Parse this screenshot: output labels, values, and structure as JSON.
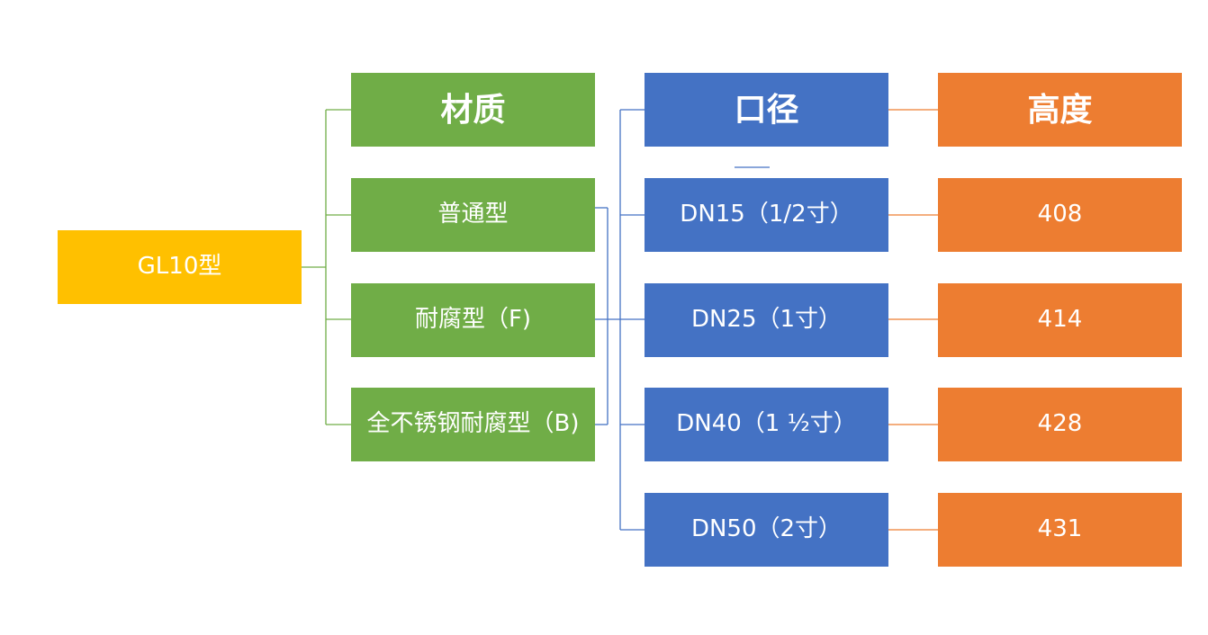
{
  "diagram": {
    "root": {
      "label": "GL10型"
    },
    "material": {
      "header": "材质",
      "items": [
        "普通型",
        "耐腐型（F)",
        "全不锈钢耐腐型（B)"
      ]
    },
    "diameter": {
      "header": "口径",
      "items": [
        "DN15（1/2寸）",
        "DN25（1寸）",
        "DN40（1 ½寸）",
        "DN50（2寸）"
      ]
    },
    "height": {
      "header": "高度",
      "items": [
        "408",
        "414",
        "428",
        "431"
      ]
    },
    "colors": {
      "root": "#FFC000",
      "material": "#70AD47",
      "diameter": "#4472C4",
      "height": "#ED7D31"
    }
  }
}
